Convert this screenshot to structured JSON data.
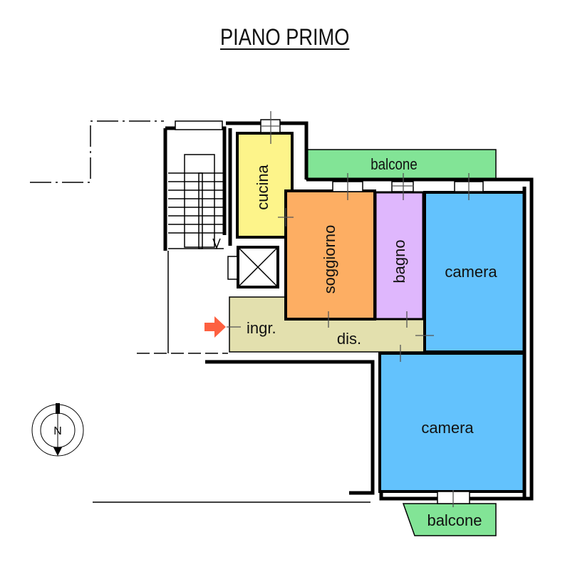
{
  "title": "PIANO PRIMO",
  "rooms": {
    "cucina": "cucina",
    "soggiorno": "soggiorno",
    "bagno": "bagno",
    "camera1": "camera",
    "camera2": "camera",
    "balcone_top": "balcone",
    "balcone_bottom": "balcone",
    "ingresso": "ingr.",
    "disimpegno": "dis."
  },
  "compass": {
    "label": "N"
  },
  "colors": {
    "cucina": "#fdf48a",
    "soggiorno": "#fdae63",
    "bagno": "#dfb7fd",
    "camera": "#63c2fd",
    "balcone": "#82e496",
    "disimpegno": "#e3e0ae",
    "entrance_arrow": "#fd6040"
  }
}
